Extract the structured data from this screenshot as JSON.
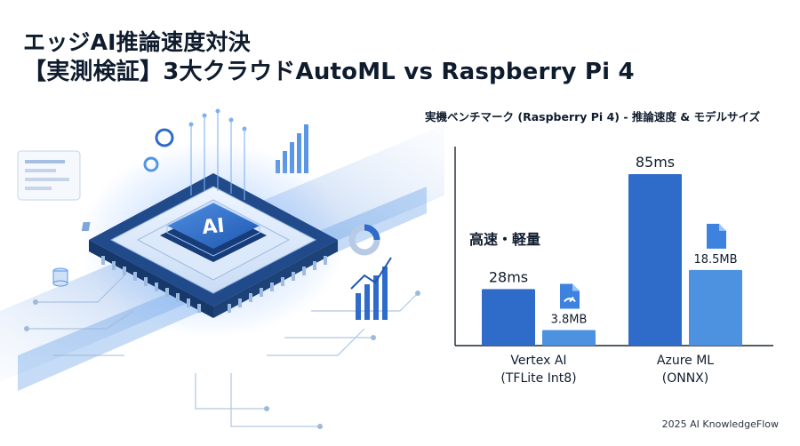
{
  "title": {
    "line1": "エッジAI推論速度対決",
    "line2": "【実測検証】3大クラウドAutoML vs Raspberry Pi 4"
  },
  "hero": {
    "chip_label": "AI"
  },
  "chart_data": {
    "type": "bar",
    "title": "実機ベンチマーク (Raspberry Pi 4) - 推論速度 & モデルサイズ",
    "categories": [
      {
        "line1": "Vertex AI",
        "line2": "(TFLite Int8)"
      },
      {
        "line1": "Azure ML",
        "line2": "(ONNX)"
      }
    ],
    "series": [
      {
        "values": [
          28,
          85
        ],
        "labels": [
          "28ms",
          "85ms"
        ],
        "color": "#2f6bc8"
      },
      {
        "values": [
          3.8,
          18.5
        ],
        "labels": [
          "3.8MB",
          "18.5MB"
        ],
        "color": "#4c92e0"
      }
    ],
    "annotation": "高速・軽量",
    "icons": [
      "speedometer-file-icon",
      "file-icon"
    ]
  },
  "footer": "2025 AI KnowledgeFlow"
}
